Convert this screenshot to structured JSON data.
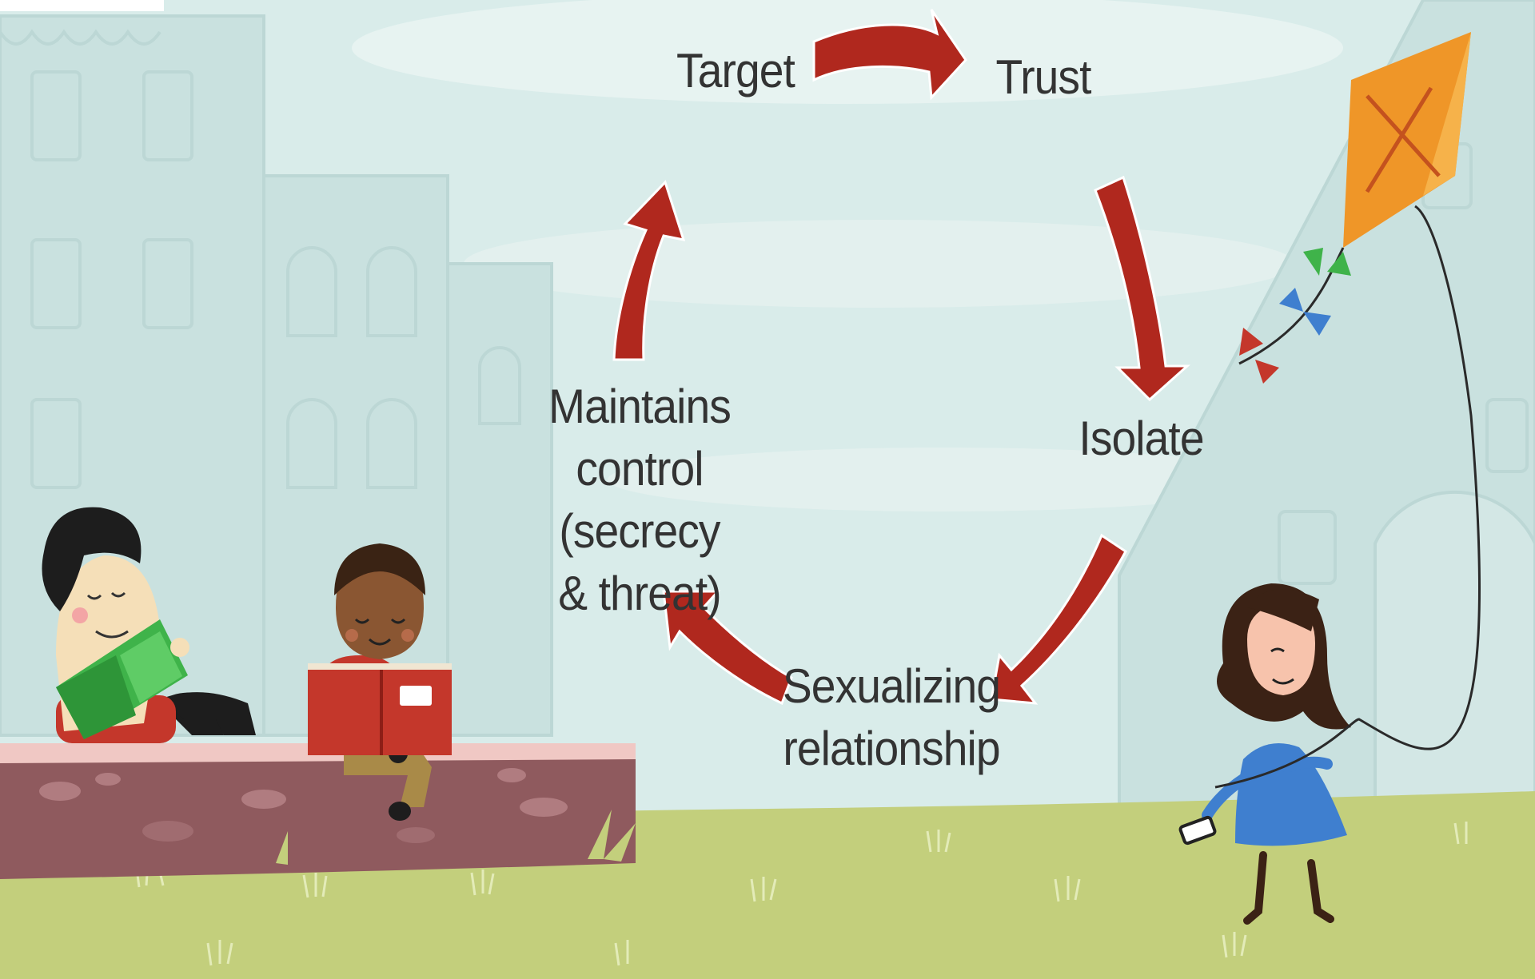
{
  "cycle": {
    "stages": {
      "target": "Target",
      "trust": "Trust",
      "isolate": "Isolate",
      "sexualizing": {
        "line1": "Sexualizing",
        "line2": "relationship"
      },
      "control": {
        "line1": "Maintains",
        "line2": "control (secrecy",
        "line3": "& threat)"
      }
    }
  },
  "colors": {
    "sky": "#d9ecea",
    "buildings": "#c9e1df",
    "ground": "#c3cf7c",
    "arrow": "#b0281e",
    "wall": "#8f5a5e",
    "kite": "#ef9628",
    "text": "#333333"
  }
}
